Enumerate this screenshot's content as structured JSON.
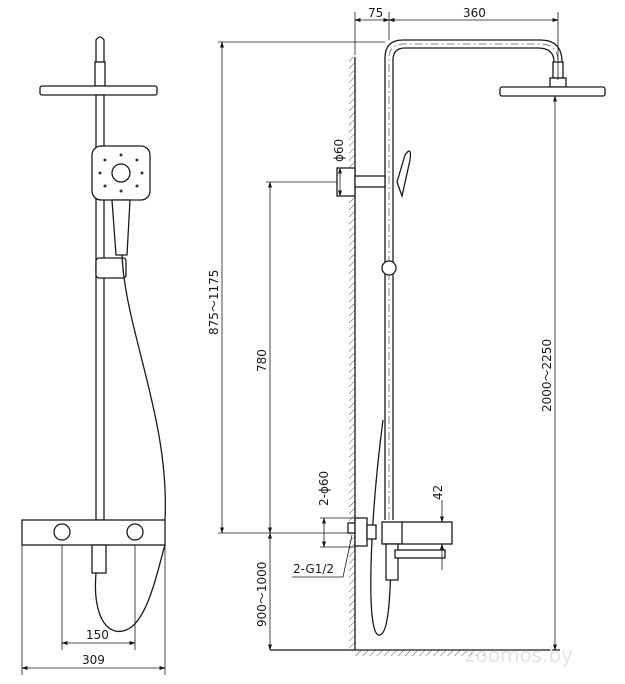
{
  "drawing": {
    "dimensions": {
      "wall_offset": "75",
      "arm_length": "360",
      "bracket_diameter": "ϕ60",
      "total_height_range": "875～1175",
      "bracket_height": "780",
      "head_height_range": "2000～2250",
      "inlet_diameter": "2-ϕ60",
      "inlet_thread": "2-G1/2",
      "mixer_height_range": "900～1000",
      "mixer_depth": "42",
      "inlet_spacing": "150",
      "mixer_width": "309"
    },
    "watermark": "zoomos.by"
  }
}
